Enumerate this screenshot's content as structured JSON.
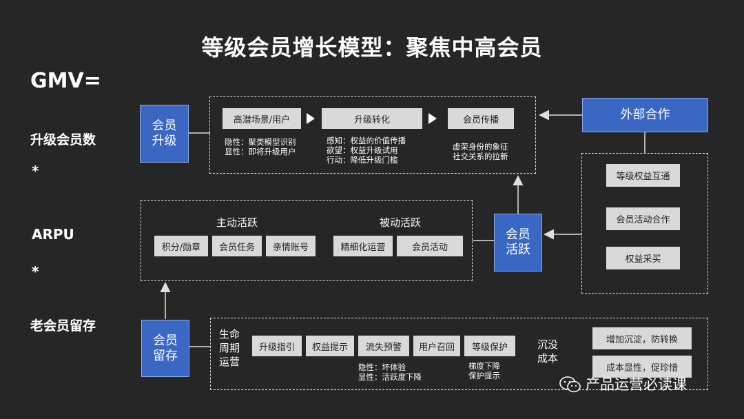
{
  "title": "等级会员增长模型：聚焦中高会员",
  "formula": {
    "gmv": "GMV=",
    "upgrade_count": "升级会员数",
    "star1": "*",
    "arpu": "ARPU",
    "star2": "*",
    "retention": "老会员留存"
  },
  "upgrade": {
    "label": "会员\n升级",
    "steps": [
      "高潜场景/用户",
      "升级转化",
      "会员传播"
    ],
    "notes": [
      "隐性：聚类模型识别\n显性：即将升级用户",
      "感知：权益的价值传播\n欲望：权益升级试用\n行动：降低升级门槛",
      "虚荣身份的象征\n社交关系的拉新"
    ]
  },
  "external": {
    "label": "外部合作",
    "items": [
      "等级权益互通",
      "会员活动合作",
      "权益采买"
    ]
  },
  "active": {
    "label": "会员\n活跃",
    "proactive_title": "主动活跃",
    "proactive_items": [
      "积分/勋章",
      "会员任务",
      "亲情账号"
    ],
    "passive_title": "被动活跃",
    "passive_items": [
      "精细化运营",
      "会员活动"
    ]
  },
  "retention": {
    "label": "会员\n留存",
    "lifecycle_label": "生命\n周期\n运营",
    "steps": [
      "升级指引",
      "权益提示",
      "流失预警",
      "用户召回",
      "等级保护"
    ],
    "churn_note": "隐性：坏体验\n显性：活跃度下降",
    "protect_note": "梯度下降\n保护提示",
    "sunk_label": "沉没\n成本",
    "sunk_items": [
      "增加沉淀，防转换",
      "成本显性，促珍惜"
    ]
  },
  "watermark": "产品运营必读课"
}
